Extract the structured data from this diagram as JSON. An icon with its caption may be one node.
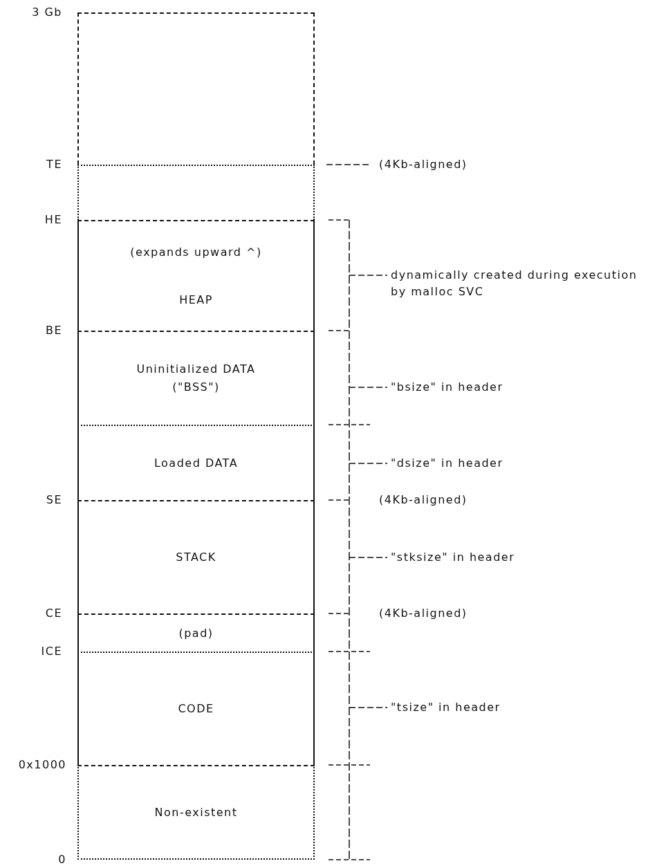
{
  "diagram": {
    "nodes": [
      {
        "text": [],
        "shape": "box"
      },
      {
        "text": [],
        "shape": "box"
      },
      {
        "text": [
          "(expands upward ^)",
          "HEAP"
        ]
      },
      {
        "text": [
          "Uninitialized DATA (\"BSS\")"
        ]
      },
      {
        "text": [
          "Loaded DATA"
        ]
      },
      {
        "text": [
          "STACK"
        ]
      },
      {
        "text": [
          "(pad)"
        ]
      },
      {
        "text": [
          "CODE"
        ]
      },
      {
        "text": [
          "Non-existent"
        ]
      }
    ],
    "labels": [
      "3 Gb",
      "TE",
      "(4Kb-aligned)",
      "HE",
      "dynamically created during execution by malloc SVC",
      "BE",
      "\"bsize\" in header",
      "\"dsize\" in header",
      "SE",
      "(4Kb-aligned)",
      "\"stksize\" in header",
      "CE",
      "(4Kb-aligned)",
      "ICE",
      "\"tsize\" in header",
      "0x1000",
      "0"
    ]
  }
}
